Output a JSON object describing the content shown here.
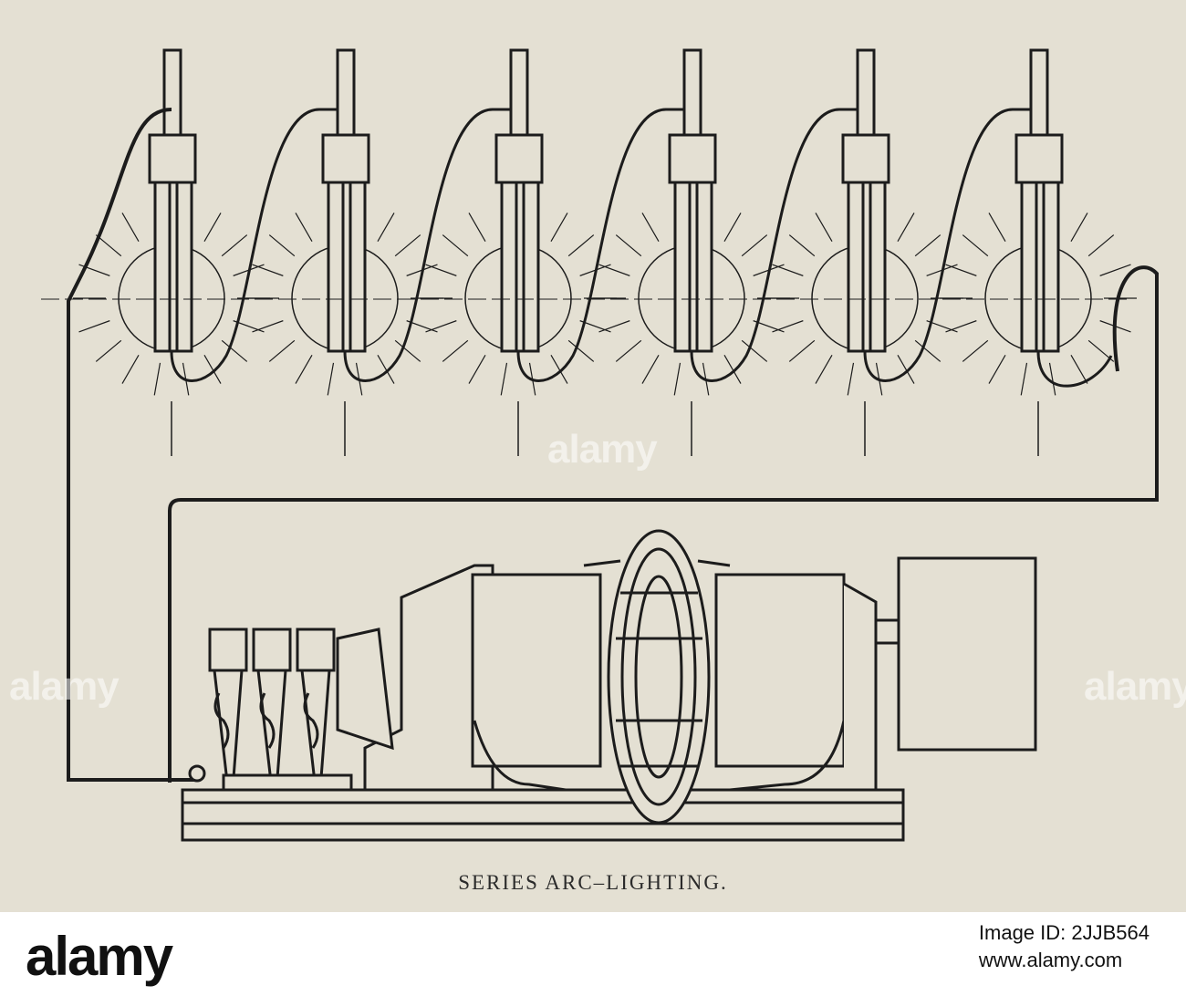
{
  "figure": {
    "caption": "SERIES ARC–LIGHTING.",
    "lamp_count": 6,
    "colors": {
      "paper": "#e4e0d3",
      "ink": "#1c1c1c"
    }
  },
  "watermark": {
    "text": "alamy"
  },
  "footer": {
    "brand": "alamy",
    "image_id_label": "Image ID: 2JJB564",
    "site": "www.alamy.com"
  }
}
